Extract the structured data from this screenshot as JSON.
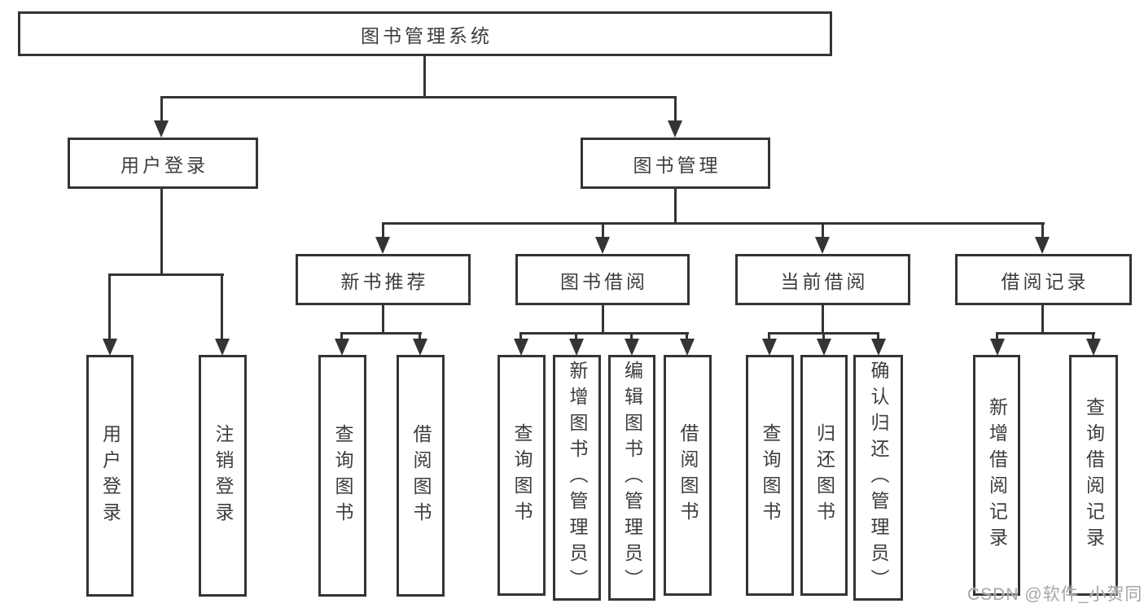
{
  "diagram": {
    "watermark": "CSDN @软件_小贺同学",
    "colors": {
      "line": "#343434",
      "node_border": "#343434",
      "text": "#3d3d3d",
      "watermark_text": "#a5a5a5",
      "background": "#ffffff"
    },
    "tree": {
      "root": "图书管理系统",
      "branches": [
        {
          "label": "用户登录",
          "children": [
            "用户登录",
            "注销登录"
          ]
        },
        {
          "label": "图书管理",
          "children": [
            {
              "label": "新书推荐",
              "children": [
                "查询图书",
                "借阅图书"
              ]
            },
            {
              "label": "图书借阅",
              "children": [
                "查询图书",
                "新增图书（管理员）",
                "编辑图书（管理员）",
                "借阅图书"
              ]
            },
            {
              "label": "当前借阅",
              "children": [
                "查询图书",
                "归还图书",
                "确认归还（管理员）"
              ]
            },
            {
              "label": "借阅记录",
              "children": [
                "新增借阅记录",
                "查询借阅记录"
              ]
            }
          ]
        }
      ]
    }
  }
}
